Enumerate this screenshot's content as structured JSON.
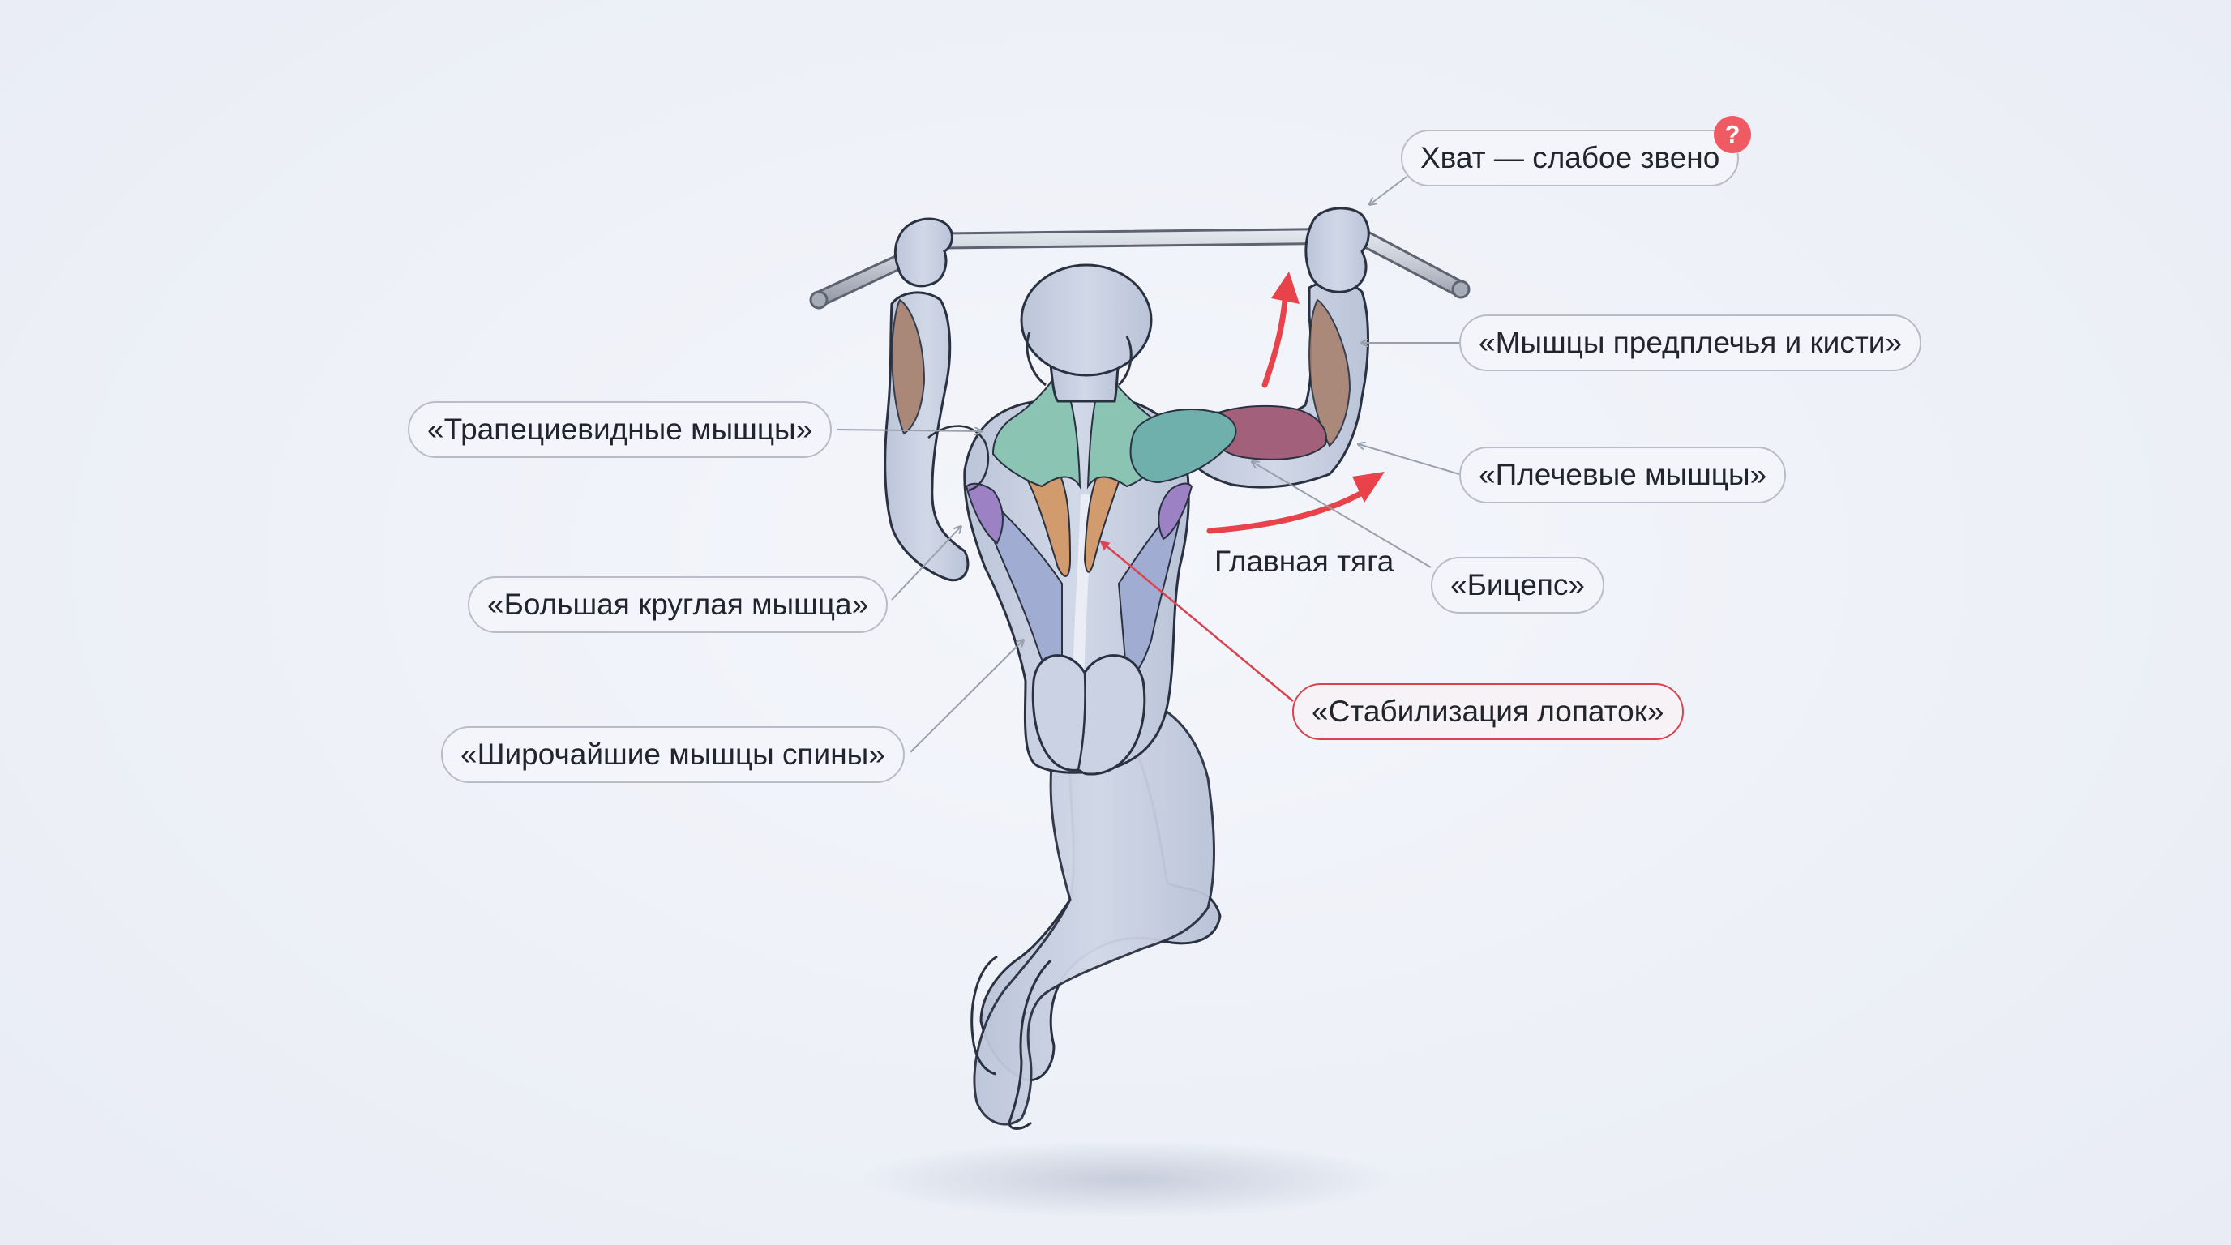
{
  "colors": {
    "background": "#eef1f8",
    "body_fill": "#c8d0e2",
    "body_outline": "#2a3140",
    "trapezius": "#8cc4b4",
    "rhomboid_stabilizers": "#d29b6e",
    "teres_major": "#9c82c4",
    "latissimus": "#a0acd2",
    "forearm_muscles": "#a88270",
    "deltoid": "#6fb0ac",
    "biceps": "#a2607a",
    "pull_arrow": "#e8424b",
    "callout_border": "#b9bcc6",
    "alert_border": "#d9434f",
    "help_badge": "#f05b63"
  },
  "labels": {
    "grip": "Хват — слабое звено",
    "forearm": "«Мышцы предплечья и кисти»",
    "trapezius": "«Трапециевидные мышцы»",
    "deltoid": "«Плечевые мышцы»",
    "biceps": "«Бицепс»",
    "main_pull": "Главная тяга",
    "teres_major": "«Большая круглая мышца»",
    "scapula_stabilization": "«Стабилизация лопаток»",
    "latissimus": "«Широчайшие мышцы спины»"
  },
  "help_badge": {
    "glyph": "?",
    "icon": "question-icon"
  }
}
